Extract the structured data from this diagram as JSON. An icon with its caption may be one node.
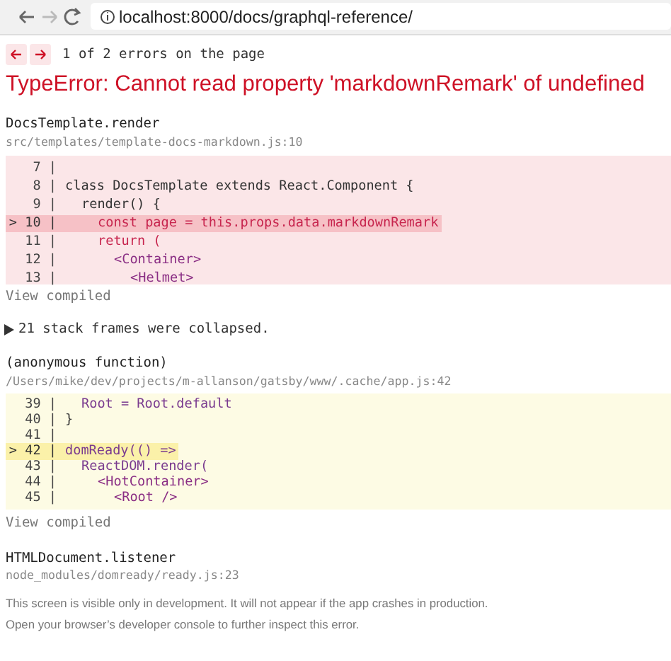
{
  "diagram": {
    "title": "TypeError: Cannot read property 'markdownRemark' of undefined",
    "labels": [
      "localhost:8000/docs/graphql-reference/",
      "1 of 2 errors on the page",
      "DocsTemplate.render",
      "src/templates/template-docs-markdown.js:10",
      "7 |",
      "8 |",
      "class DocsTemplate extends React.Component {",
      "9 |",
      "render() {",
      "> 10 |",
      "const page = this.props.data.markdownRemark",
      "11 |",
      "return (",
      "12 |",
      "<Container>",
      "13 |",
      "<Helmet>",
      "View compiled",
      "21 stack frames were collapsed.",
      "(anonymous function)",
      "/Users/mike/dev/projects/m-allanson/gatsby/www/.cache/app.js:42",
      "39 |",
      "Root = Root.default",
      "40 |",
      "}",
      "41 |",
      "> 42 |",
      "domReady(() =>",
      "43 |",
      "ReactDOM.render(",
      "44 |",
      "<HotContainer>",
      "45 |",
      "<Root />",
      "View compiled",
      "HTMLDocument.listener",
      "node_modules/domready/ready.js:23",
      "This screen is visible only in development. It will not appear if the app crashes in production.",
      "Open your browser’s developer console to further inspect this error."
    ]
  }
}
